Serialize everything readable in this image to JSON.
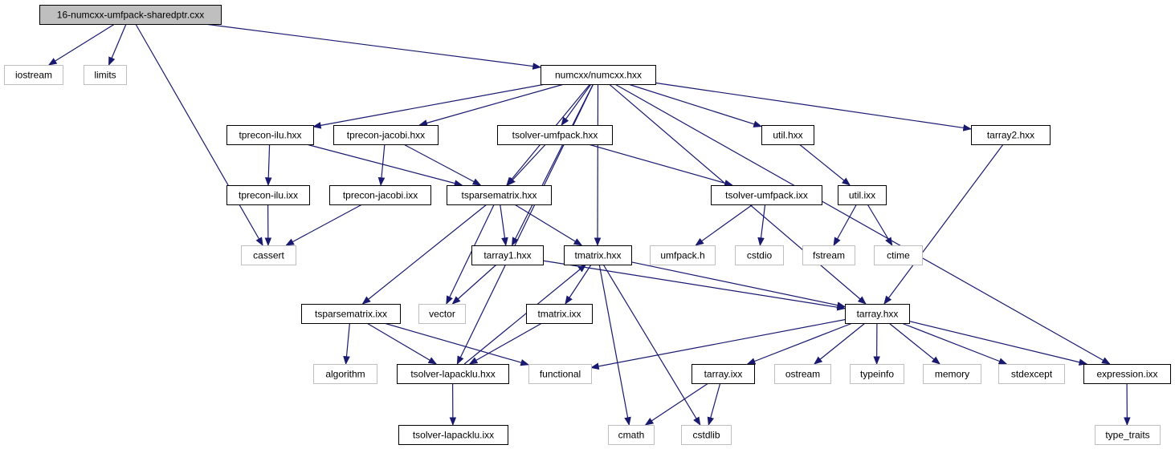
{
  "colors": {
    "edge": "#191970",
    "root_fill": "#bfbfbf",
    "project_border": "#000000",
    "system_border": "#bfbfbf",
    "box_fill": "#ffffff"
  },
  "nodes": [
    {
      "id": "root",
      "label": "16-numcxx-umfpack-sharedptr.cxx",
      "kind": "root"
    },
    {
      "id": "iostream",
      "label": "iostream",
      "kind": "system"
    },
    {
      "id": "limits",
      "label": "limits",
      "kind": "system"
    },
    {
      "id": "numcxx",
      "label": "numcxx/numcxx.hxx",
      "kind": "project"
    },
    {
      "id": "tprecon_ilu_hxx",
      "label": "tprecon-ilu.hxx",
      "kind": "project"
    },
    {
      "id": "tprecon_jacobi_hxx",
      "label": "tprecon-jacobi.hxx",
      "kind": "project"
    },
    {
      "id": "tsolver_umfpack_hxx",
      "label": "tsolver-umfpack.hxx",
      "kind": "project"
    },
    {
      "id": "util_hxx",
      "label": "util.hxx",
      "kind": "project"
    },
    {
      "id": "tarray2_hxx",
      "label": "tarray2.hxx",
      "kind": "project"
    },
    {
      "id": "tprecon_ilu_ixx",
      "label": "tprecon-ilu.ixx",
      "kind": "project"
    },
    {
      "id": "tprecon_jacobi_ixx",
      "label": "tprecon-jacobi.ixx",
      "kind": "project"
    },
    {
      "id": "tsparsematrix_hxx",
      "label": "tsparsematrix.hxx",
      "kind": "project"
    },
    {
      "id": "tsolver_umfpack_ixx",
      "label": "tsolver-umfpack.ixx",
      "kind": "project"
    },
    {
      "id": "util_ixx",
      "label": "util.ixx",
      "kind": "project"
    },
    {
      "id": "cassert",
      "label": "cassert",
      "kind": "system"
    },
    {
      "id": "tarray1_hxx",
      "label": "tarray1.hxx",
      "kind": "project"
    },
    {
      "id": "tmatrix_hxx",
      "label": "tmatrix.hxx",
      "kind": "project"
    },
    {
      "id": "umfpack_h",
      "label": "umfpack.h",
      "kind": "system"
    },
    {
      "id": "cstdio",
      "label": "cstdio",
      "kind": "system"
    },
    {
      "id": "fstream",
      "label": "fstream",
      "kind": "system"
    },
    {
      "id": "ctime",
      "label": "ctime",
      "kind": "system"
    },
    {
      "id": "tsparsematrix_ixx",
      "label": "tsparsematrix.ixx",
      "kind": "project"
    },
    {
      "id": "vector",
      "label": "vector",
      "kind": "system"
    },
    {
      "id": "tmatrix_ixx",
      "label": "tmatrix.ixx",
      "kind": "project"
    },
    {
      "id": "tarray_hxx",
      "label": "tarray.hxx",
      "kind": "project"
    },
    {
      "id": "algorithm",
      "label": "algorithm",
      "kind": "system"
    },
    {
      "id": "tsolver_lapacklu_hxx",
      "label": "tsolver-lapacklu.hxx",
      "kind": "project"
    },
    {
      "id": "functional",
      "label": "functional",
      "kind": "system"
    },
    {
      "id": "tarray_ixx",
      "label": "tarray.ixx",
      "kind": "project"
    },
    {
      "id": "ostream",
      "label": "ostream",
      "kind": "system"
    },
    {
      "id": "typeinfo",
      "label": "typeinfo",
      "kind": "system"
    },
    {
      "id": "memory",
      "label": "memory",
      "kind": "system"
    },
    {
      "id": "stdexcept",
      "label": "stdexcept",
      "kind": "system"
    },
    {
      "id": "expression_ixx",
      "label": "expression.ixx",
      "kind": "project"
    },
    {
      "id": "tsolver_lapacklu_ixx",
      "label": "tsolver-lapacklu.ixx",
      "kind": "project"
    },
    {
      "id": "cmath",
      "label": "cmath",
      "kind": "system"
    },
    {
      "id": "cstdlib",
      "label": "cstdlib",
      "kind": "system"
    },
    {
      "id": "type_traits",
      "label": "type_traits",
      "kind": "system"
    }
  ],
  "edges": [
    {
      "from": "root",
      "to": "iostream"
    },
    {
      "from": "root",
      "to": "limits"
    },
    {
      "from": "root",
      "to": "cassert"
    },
    {
      "from": "root",
      "to": "numcxx"
    },
    {
      "from": "numcxx",
      "to": "tprecon_ilu_hxx"
    },
    {
      "from": "numcxx",
      "to": "tprecon_jacobi_hxx"
    },
    {
      "from": "numcxx",
      "to": "tsolver_umfpack_hxx"
    },
    {
      "from": "numcxx",
      "to": "util_hxx"
    },
    {
      "from": "numcxx",
      "to": "tarray2_hxx"
    },
    {
      "from": "numcxx",
      "to": "expression_ixx"
    },
    {
      "from": "numcxx",
      "to": "tsparsematrix_hxx"
    },
    {
      "from": "numcxx",
      "to": "tarray1_hxx"
    },
    {
      "from": "numcxx",
      "to": "tmatrix_hxx"
    },
    {
      "from": "numcxx",
      "to": "tarray_hxx"
    },
    {
      "from": "numcxx",
      "to": "tsolver_lapacklu_hxx"
    },
    {
      "from": "tprecon_ilu_hxx",
      "to": "tprecon_ilu_ixx"
    },
    {
      "from": "tprecon_ilu_hxx",
      "to": "tsparsematrix_hxx"
    },
    {
      "from": "tprecon_jacobi_hxx",
      "to": "tprecon_jacobi_ixx"
    },
    {
      "from": "tprecon_jacobi_hxx",
      "to": "tsparsematrix_hxx"
    },
    {
      "from": "tsolver_umfpack_hxx",
      "to": "tsparsematrix_hxx"
    },
    {
      "from": "tsolver_umfpack_hxx",
      "to": "tsolver_umfpack_ixx"
    },
    {
      "from": "util_hxx",
      "to": "util_ixx"
    },
    {
      "from": "tarray2_hxx",
      "to": "tarray_hxx"
    },
    {
      "from": "tprecon_ilu_ixx",
      "to": "cassert"
    },
    {
      "from": "tprecon_jacobi_ixx",
      "to": "cassert"
    },
    {
      "from": "tsparsematrix_hxx",
      "to": "tarray1_hxx"
    },
    {
      "from": "tsparsematrix_hxx",
      "to": "tmatrix_hxx"
    },
    {
      "from": "tsparsematrix_hxx",
      "to": "vector"
    },
    {
      "from": "tsparsematrix_hxx",
      "to": "tsparsematrix_ixx"
    },
    {
      "from": "tsolver_umfpack_ixx",
      "to": "umfpack_h"
    },
    {
      "from": "tsolver_umfpack_ixx",
      "to": "cstdio"
    },
    {
      "from": "util_ixx",
      "to": "fstream"
    },
    {
      "from": "util_ixx",
      "to": "ctime"
    },
    {
      "from": "tarray1_hxx",
      "to": "vector"
    },
    {
      "from": "tarray1_hxx",
      "to": "tarray_hxx"
    },
    {
      "from": "tmatrix_hxx",
      "to": "tmatrix_ixx"
    },
    {
      "from": "tmatrix_hxx",
      "to": "tarray_hxx"
    },
    {
      "from": "tmatrix_hxx",
      "to": "cmath"
    },
    {
      "from": "tmatrix_hxx",
      "to": "cstdlib"
    },
    {
      "from": "tsparsematrix_ixx",
      "to": "algorithm"
    },
    {
      "from": "tsparsematrix_ixx",
      "to": "tsolver_lapacklu_hxx"
    },
    {
      "from": "tsparsematrix_ixx",
      "to": "functional"
    },
    {
      "from": "tmatrix_ixx",
      "to": "tsolver_lapacklu_hxx"
    },
    {
      "from": "tsolver_lapacklu_hxx",
      "to": "tmatrix_hxx"
    },
    {
      "from": "tsolver_lapacklu_hxx",
      "to": "tsolver_lapacklu_ixx"
    },
    {
      "from": "tarray_hxx",
      "to": "functional"
    },
    {
      "from": "tarray_hxx",
      "to": "tarray_ixx"
    },
    {
      "from": "tarray_hxx",
      "to": "ostream"
    },
    {
      "from": "tarray_hxx",
      "to": "typeinfo"
    },
    {
      "from": "tarray_hxx",
      "to": "memory"
    },
    {
      "from": "tarray_hxx",
      "to": "stdexcept"
    },
    {
      "from": "tarray_hxx",
      "to": "expression_ixx"
    },
    {
      "from": "tarray_ixx",
      "to": "cmath"
    },
    {
      "from": "tarray_ixx",
      "to": "cstdlib"
    },
    {
      "from": "expression_ixx",
      "to": "type_traits"
    }
  ]
}
